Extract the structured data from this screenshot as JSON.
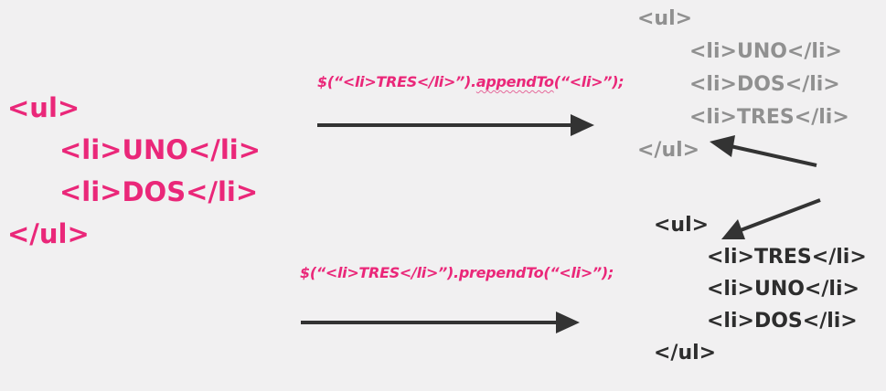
{
  "original": {
    "open": "<ul>",
    "items": [
      "<li>UNO</li>",
      "<li>DOS</li>"
    ],
    "close": "</ul>"
  },
  "append": {
    "command_prefix": "$(“<li>TRES</li>”).",
    "command_method": "appendTo",
    "command_suffix": "(“<li>”);",
    "result": {
      "open": "<ul>",
      "items": [
        "<li>UNO</li>",
        "<li>DOS</li>",
        "<li>TRES</li>"
      ],
      "close": "</ul>"
    }
  },
  "prepend": {
    "command": "$(“<li>TRES</li>”).prependTo(“<li>”);",
    "result": {
      "open": "<ul>",
      "items": [
        "<li>TRES</li>",
        "<li>UNO</li>",
        "<li>DOS</li>"
      ],
      "close": "</ul>"
    }
  },
  "colors": {
    "accent": "#ea2779",
    "muted": "#909090",
    "dark": "#2d2d2d",
    "background": "#f1f0f1"
  }
}
